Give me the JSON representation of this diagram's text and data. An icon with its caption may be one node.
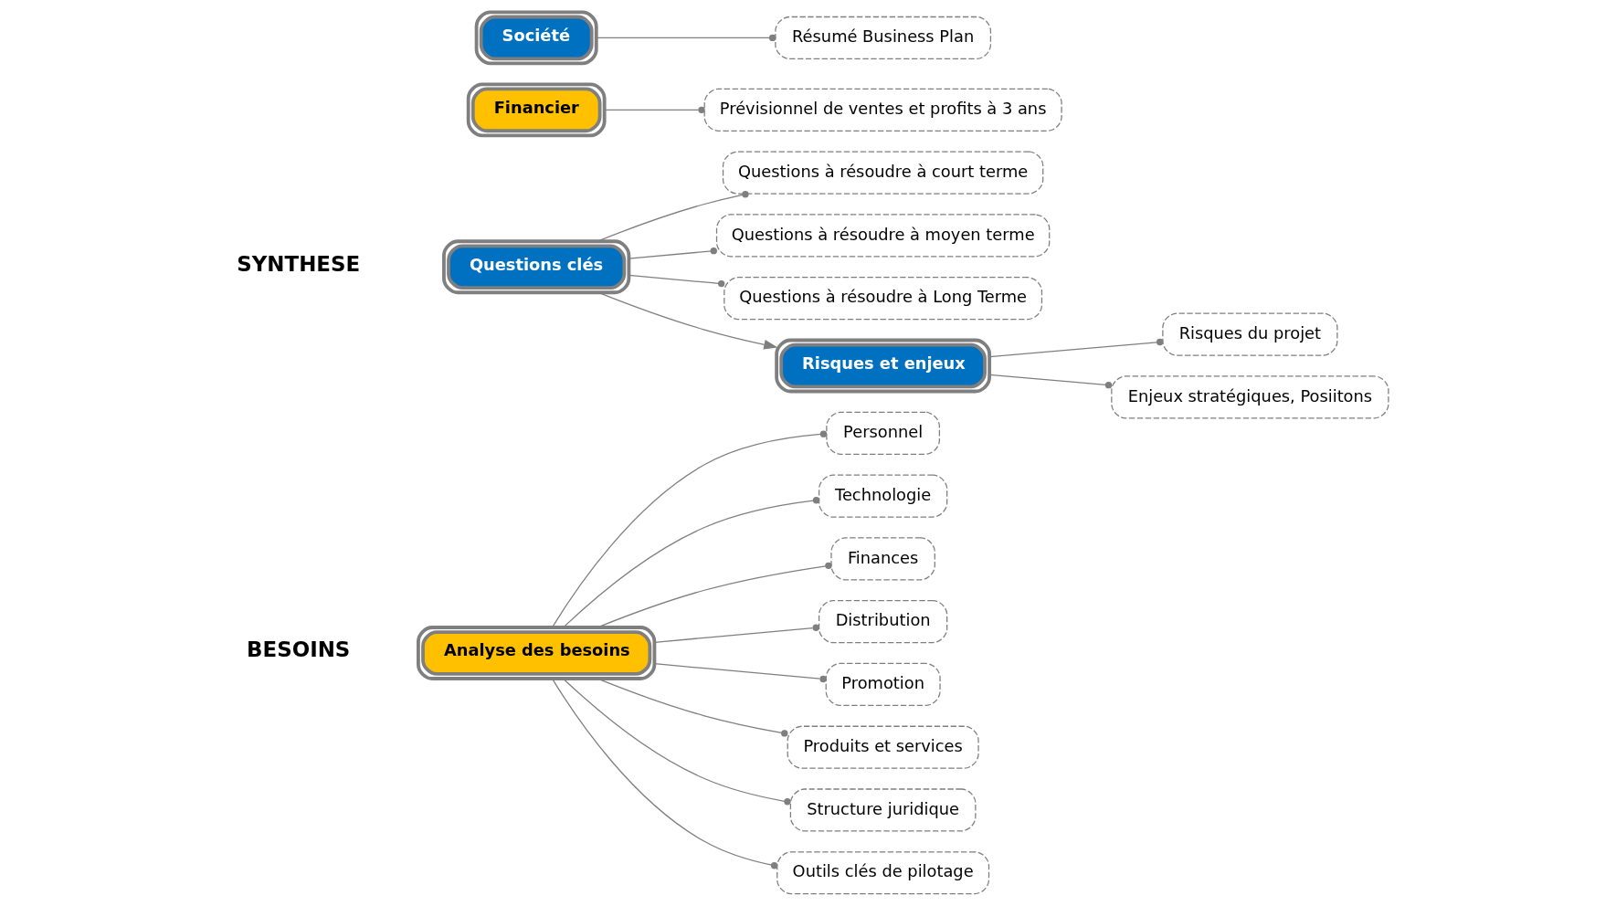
{
  "diagram": {
    "nodes": [
      {
        "text": [
          "Analyse des besoins"
        ]
      },
      {
        "text": [
          "Personnel"
        ]
      },
      {
        "text": [
          "Technologie"
        ]
      },
      {
        "text": [
          "Finances"
        ]
      },
      {
        "text": [
          "Distribution"
        ]
      },
      {
        "text": [
          "Promotion"
        ]
      },
      {
        "text": [
          "Produits et services"
        ]
      },
      {
        "text": [
          "Structure juridique"
        ]
      },
      {
        "text": [
          "Outils clés de pilotage"
        ]
      },
      {
        "text": [
          "Financier"
        ]
      },
      {
        "text": [
          "Prévisionnel de ventes et profits à 3 ans"
        ]
      },
      {
        "text": [
          "Questions clés"
        ]
      },
      {
        "text": [
          "Questions à résoudre à court terme"
        ]
      },
      {
        "text": [
          "Questions à résoudre à moyen terme"
        ]
      },
      {
        "text": [
          "Questions à résoudre à Long Terme"
        ]
      },
      {
        "text": [
          "Risques et enjeux"
        ]
      },
      {
        "text": [
          "Risques du projet"
        ]
      },
      {
        "text": [
          "Enjeux stratégiques, Posiitons"
        ]
      },
      {
        "text": [
          "Société"
        ]
      },
      {
        "text": [
          "Résumé Business Plan"
        ]
      }
    ],
    "edges": [
      {
        "from": 0,
        "to": 1,
        "arrow": "other"
      },
      {
        "from": 0,
        "to": 2,
        "arrow": "other"
      },
      {
        "from": 0,
        "to": 3,
        "arrow": "other"
      },
      {
        "from": 0,
        "to": 4,
        "arrow": "other"
      },
      {
        "from": 0,
        "to": 5,
        "arrow": "other"
      },
      {
        "from": 0,
        "to": 6,
        "arrow": "other"
      },
      {
        "from": 0,
        "to": 7,
        "arrow": "other"
      },
      {
        "from": 0,
        "to": 8,
        "arrow": "other"
      },
      {
        "from": 9,
        "to": 10,
        "arrow": "other"
      },
      {
        "from": 11,
        "to": 12,
        "arrow": "other"
      },
      {
        "from": 11,
        "to": 13,
        "arrow": "other"
      },
      {
        "from": 11,
        "to": 14,
        "arrow": "other"
      },
      {
        "from": 11,
        "to": 15,
        "arrow": "to"
      },
      {
        "from": 15,
        "to": 16,
        "arrow": "other"
      },
      {
        "from": 15,
        "to": 17,
        "arrow": "other"
      },
      {
        "from": 18,
        "to": 19,
        "arrow": "other"
      }
    ],
    "labels": [
      "BESOINS",
      "SYNTHESE"
    ]
  }
}
